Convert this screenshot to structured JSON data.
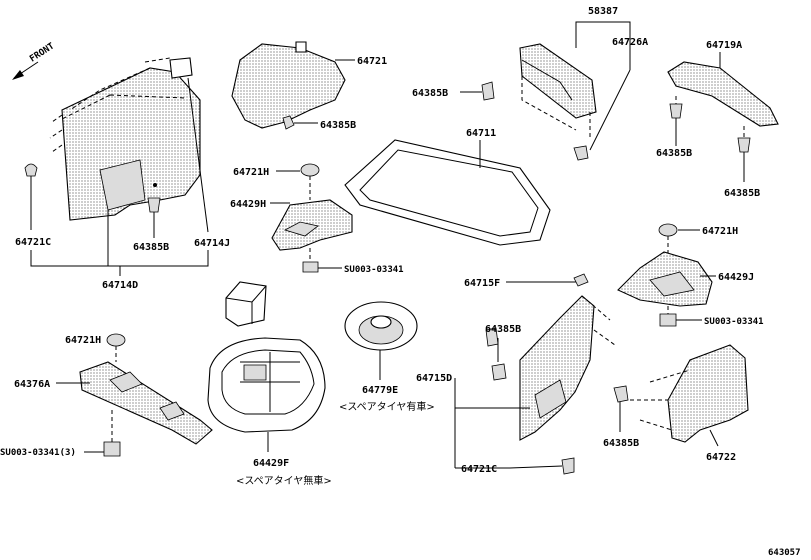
{
  "diagram_id": "643057",
  "front_label": "FRONT",
  "labels": {
    "p58387": "58387",
    "p64726A": "64726A",
    "p64719A": "64719A",
    "p64721_top": "64721",
    "p64385B_a": "64385B",
    "p64385B_b": "64385B",
    "p64385B_c": "64385B",
    "p64385B_d": "64385B",
    "p64385B_e": "64385B",
    "p64385B_f": "64385B",
    "p64385B_g": "64385B",
    "p64711": "64711",
    "p64721H_a": "64721H",
    "p64721H_b": "64721H",
    "p64721H_c": "64721H",
    "p64429H": "64429H",
    "p64429J": "64429J",
    "p64429F": "64429F",
    "su_a": "SU003-03341",
    "su_b": "SU003-03341",
    "su_c": "SU003-03341(3)",
    "p64721C_a": "64721C",
    "p64721C_b": "64721C",
    "p64714J": "64714J",
    "p64714D": "64714D",
    "p64715F": "64715F",
    "p64715D": "64715D",
    "p64376A": "64376A",
    "p64779E": "64779E",
    "p64722": "64722"
  },
  "notes": {
    "spare_tire_with": "<スペアタイヤ有車>",
    "spare_tire_without": "<スペアタイヤ無車>"
  },
  "icons": [
    "front-arrow-icon"
  ]
}
